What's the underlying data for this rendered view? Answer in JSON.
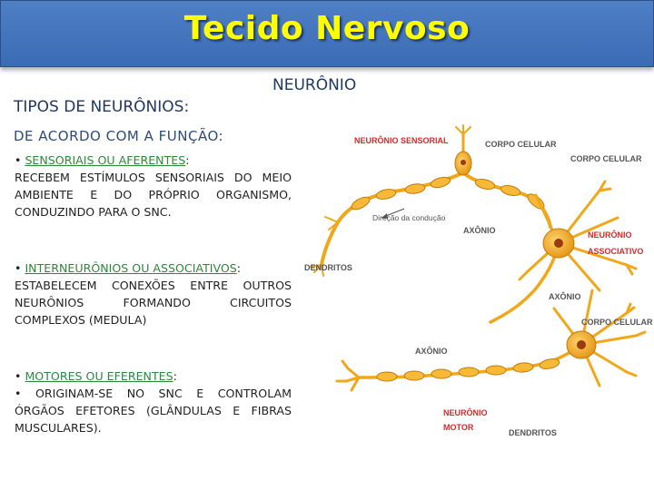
{
  "slide": {
    "title": "Tecido Nervoso",
    "subtitle": "NEURÔNIO",
    "types_heading": "TIPOS DE NEURÔNIOS:",
    "function_heading": "DE ACORDO COM A FUNÇÃO:",
    "sections": [
      {
        "bullet": "• ",
        "heading": "SENSORIAIS OU AFERENTES",
        "suffix": ":",
        "body": "RECEBEM ESTÍMULOS SENSORIAIS DO MEIO AMBIENTE E DO PRÓPRIO ORGANISMO, CONDUZINDO PARA O SNC."
      },
      {
        "bullet": "• ",
        "heading": "INTERNEURÔNIOS OU ASSOCIATIVOS",
        "suffix": ":",
        "body": "ESTABELECEM CONEXÕES ENTRE OUTROS NEURÔNIOS FORMANDO CIRCUITOS COMPLEXOS (MEDULA)"
      },
      {
        "bullet": "• ",
        "heading": "MOTORES OU EFERENTES",
        "suffix": ":",
        "body": "• ORIGINAM-SE NO SNC E CONTROLAM ÓRGÃOS EFETORES (GLÂNDULAS E FIBRAS MUSCULARES)."
      }
    ]
  },
  "diagram": {
    "labels": {
      "sensory_neuron": "NEURÔNIO SENSORIAL",
      "cell_body_1": "CORPO CELULAR",
      "cell_body_2": "CORPO CELULAR",
      "direction": "Direção da condução",
      "axon_1": "AXÔNIO",
      "assoc_line1": "NEURÔNIO",
      "assoc_line2": "ASSOCIATIVO",
      "dendrites_1": "DENDRITOS",
      "axon_2": "AXÔNIO",
      "cell_body_3": "CORPO CELULAR",
      "axon_3": "AXÔNIO",
      "motor_line1": "NEURÔNIO",
      "motor_line2": "MOTOR",
      "dendrites_2": "DENDRITOS"
    },
    "colors": {
      "neuron": "#f0a81a",
      "neuron_dark": "#c7790c",
      "label_red": "#d22b2b",
      "label_gray": "#555555"
    }
  }
}
